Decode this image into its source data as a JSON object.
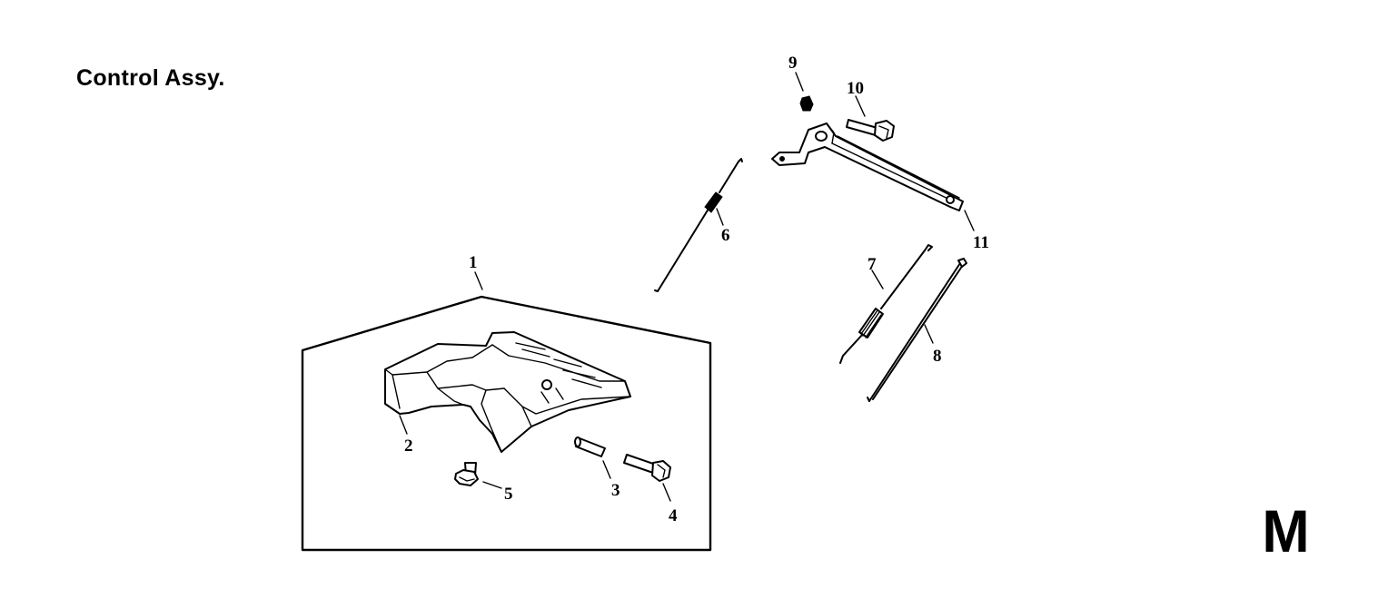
{
  "diagram": {
    "title": "Control Assy.",
    "section_letter": "M",
    "callouts": [
      "1",
      "2",
      "3",
      "4",
      "5",
      "6",
      "7",
      "8",
      "9",
      "10",
      "11"
    ]
  }
}
